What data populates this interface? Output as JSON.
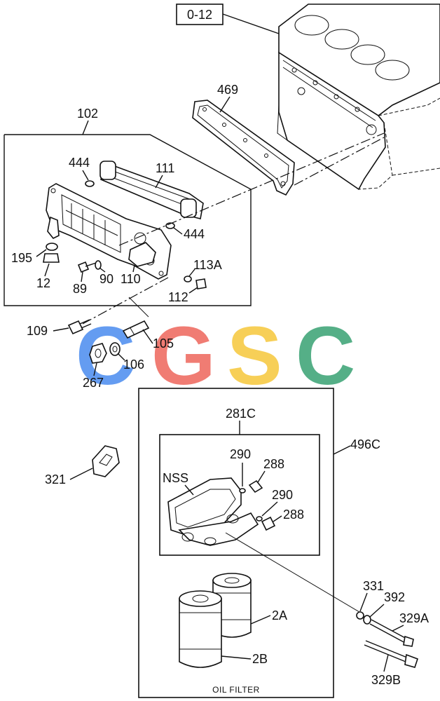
{
  "ref_box": "0-12",
  "watermark": {
    "letters": [
      "C",
      "G",
      "S",
      "C"
    ],
    "colors": [
      "#4f8ff0",
      "#ee6a60",
      "#f6c940",
      "#3ea577"
    ]
  },
  "callouts": {
    "c469": "469",
    "c102": "102",
    "c444a": "444",
    "c111": "111",
    "c444b": "444",
    "c195": "195",
    "c12": "12",
    "c89": "89",
    "c90": "90",
    "c110": "110",
    "c113A": "113A",
    "c112": "112",
    "c109": "109",
    "c105": "105",
    "c106": "106",
    "c267": "267",
    "c321": "321",
    "c281C": "281C",
    "c496C": "496C",
    "cNSS": "NSS",
    "c290a": "290",
    "c288a": "288",
    "c290b": "290",
    "c288b": "288",
    "c331": "331",
    "c392": "392",
    "c329A": "329A",
    "c329B": "329B",
    "c2A": "2A",
    "c2B": "2B"
  },
  "caption": "OIL FILTER"
}
